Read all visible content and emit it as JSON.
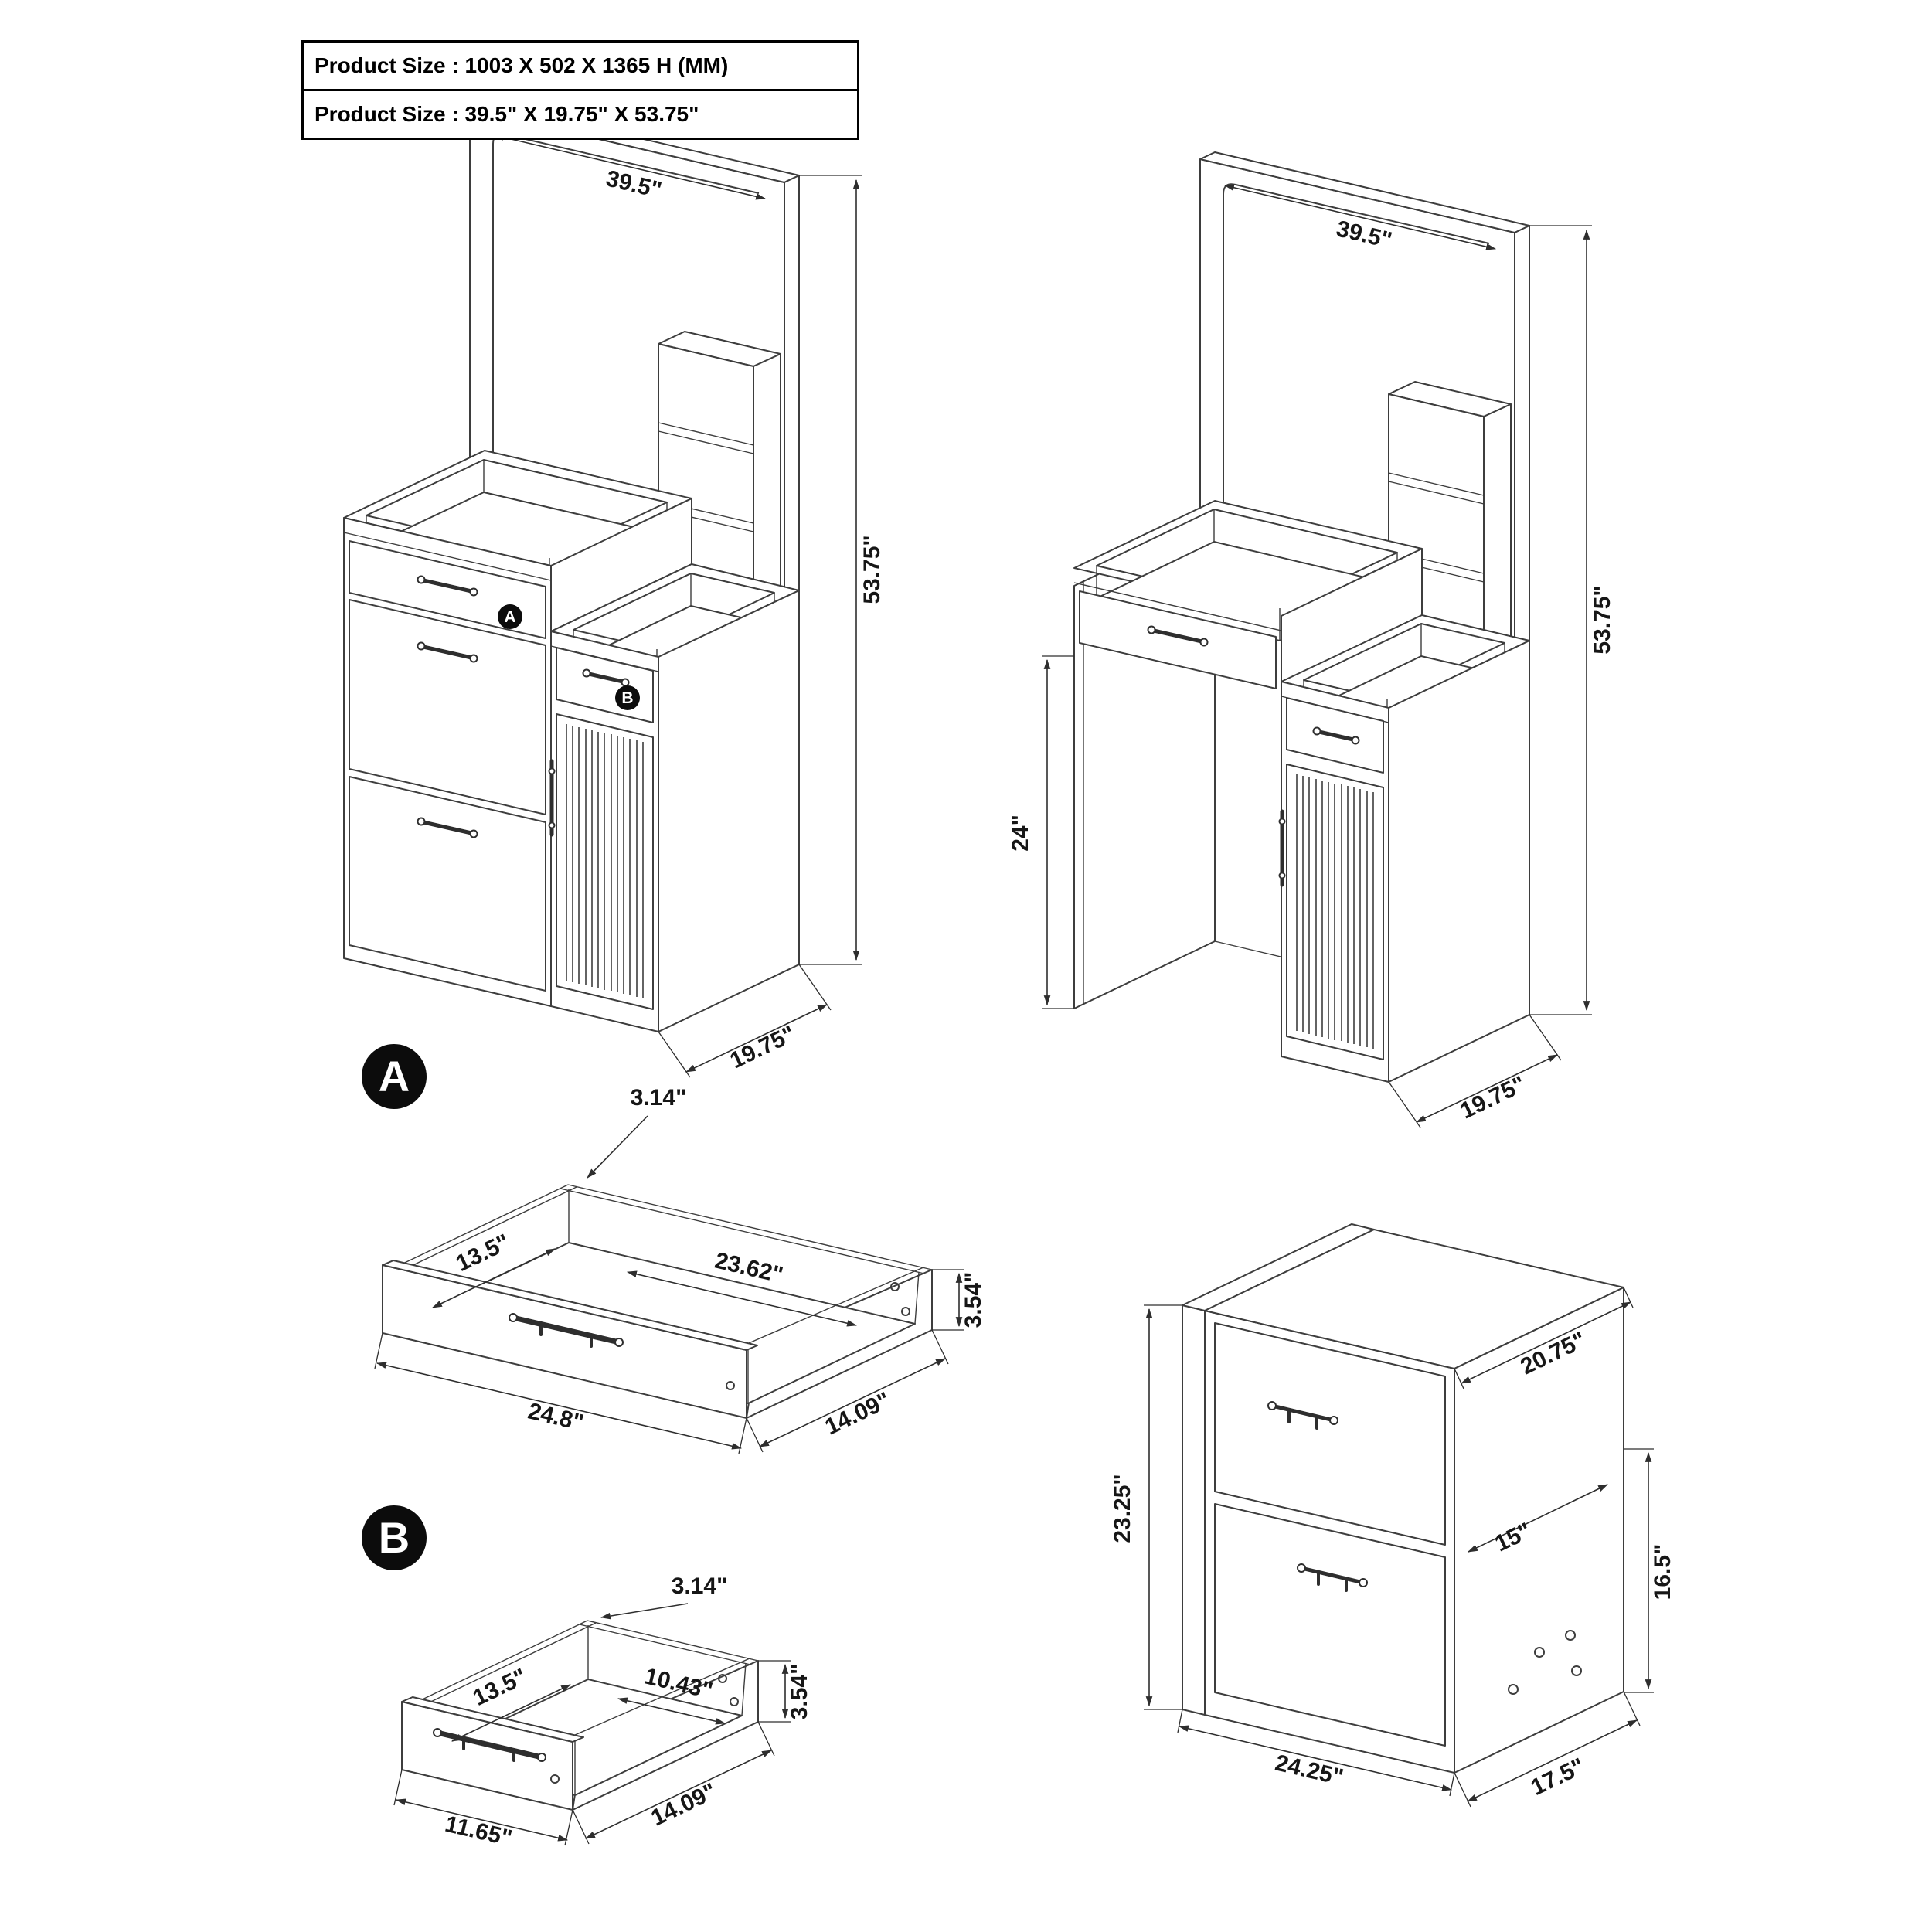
{
  "title_block": {
    "row1": "Product Size : 1003 X 502 X 1365 H (MM)",
    "row2": "Product Size : 39.5\" X 19.75\" X 53.75\""
  },
  "views": {
    "left": {
      "width": "39.5\"",
      "height": "53.75\"",
      "depth": "19.75\"",
      "badge_a": "A",
      "badge_b": "B"
    },
    "right": {
      "width": "39.5\"",
      "height": "53.75\"",
      "knee_height": "24\"",
      "depth": "19.75\""
    }
  },
  "detail_a": {
    "badge": "A",
    "top_thickness": "3.14\"",
    "inner_depth": "13.5\"",
    "inner_width": "23.62\"",
    "side_height": "3.54\"",
    "outer_width": "24.8\"",
    "outer_depth": "14.09\""
  },
  "detail_b": {
    "badge": "B",
    "top_thickness": "3.14\"",
    "inner_depth": "13.5\"",
    "inner_width": "10.43\"",
    "side_height": "3.54\"",
    "outer_width": "11.65\"",
    "outer_depth": "14.09\""
  },
  "cabinet": {
    "top_depth": "20.75\"",
    "height": "23.25\"",
    "inner_depth": "15\"",
    "side_height": "16.5\"",
    "width": "24.25\"",
    "depth": "17.5\""
  },
  "colors": {
    "line": "#3d3d3d",
    "text": "#161616",
    "badge": "#0c0c0c"
  }
}
